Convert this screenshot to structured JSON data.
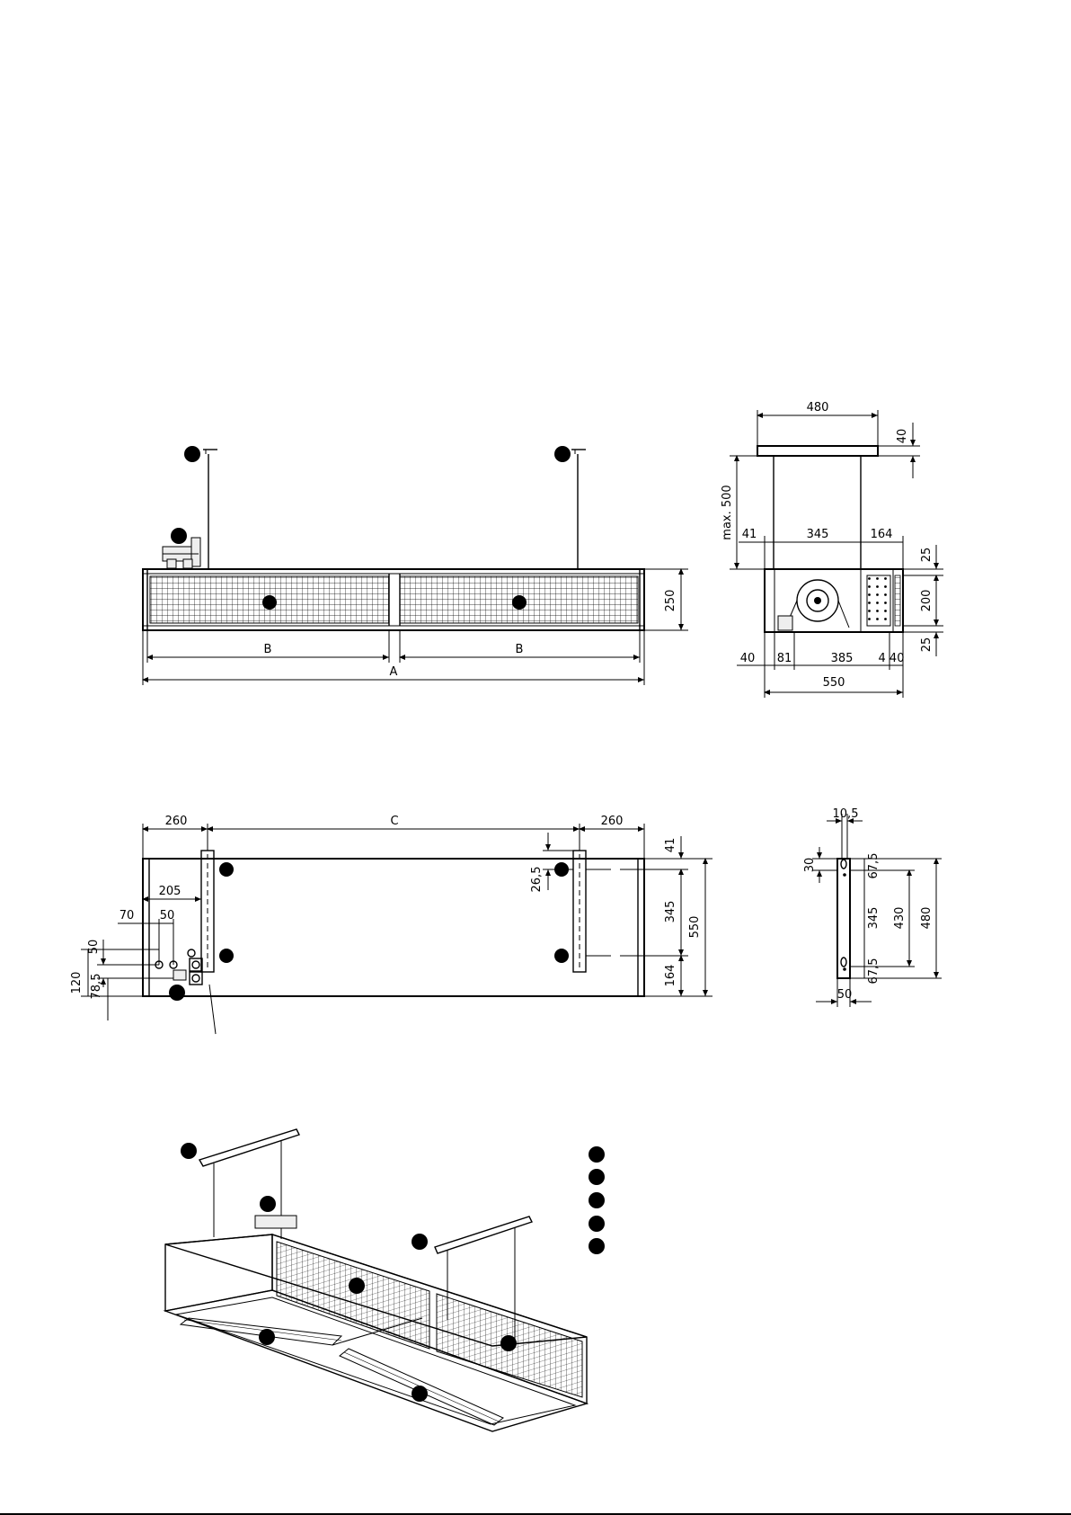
{
  "front_view": {
    "labels": {
      "width_total": "A",
      "module_left": "B",
      "module_right": "B",
      "height": "250"
    }
  },
  "side_view": {
    "labels": {
      "top_width": "480",
      "top_thickness": "40",
      "max_hang": "max. 500",
      "d41": "41",
      "d345": "345",
      "d164": "164",
      "d25_top": "25",
      "d200": "200",
      "d25_bottom": "25",
      "d40": "40",
      "d81": "81",
      "d385": "385",
      "d4_40": "4 40",
      "d550": "550"
    }
  },
  "top_view": {
    "labels": {
      "d260_left": "260",
      "c": "C",
      "d260_right": "260",
      "d41": "41",
      "d26_5": "26,5",
      "d345": "345",
      "d550": "550",
      "d164": "164",
      "d205": "205",
      "d70": "70",
      "d50_h": "50",
      "d50_v": "50",
      "d120": "120",
      "d78_5": "78,5"
    }
  },
  "bracket_view": {
    "labels": {
      "d10_5": "10,5",
      "d30": "30",
      "d67_5_top": "67,5",
      "d345": "345",
      "d430": "430",
      "d480": "480",
      "d67_5_bottom": "67,5",
      "d50": "50"
    }
  }
}
